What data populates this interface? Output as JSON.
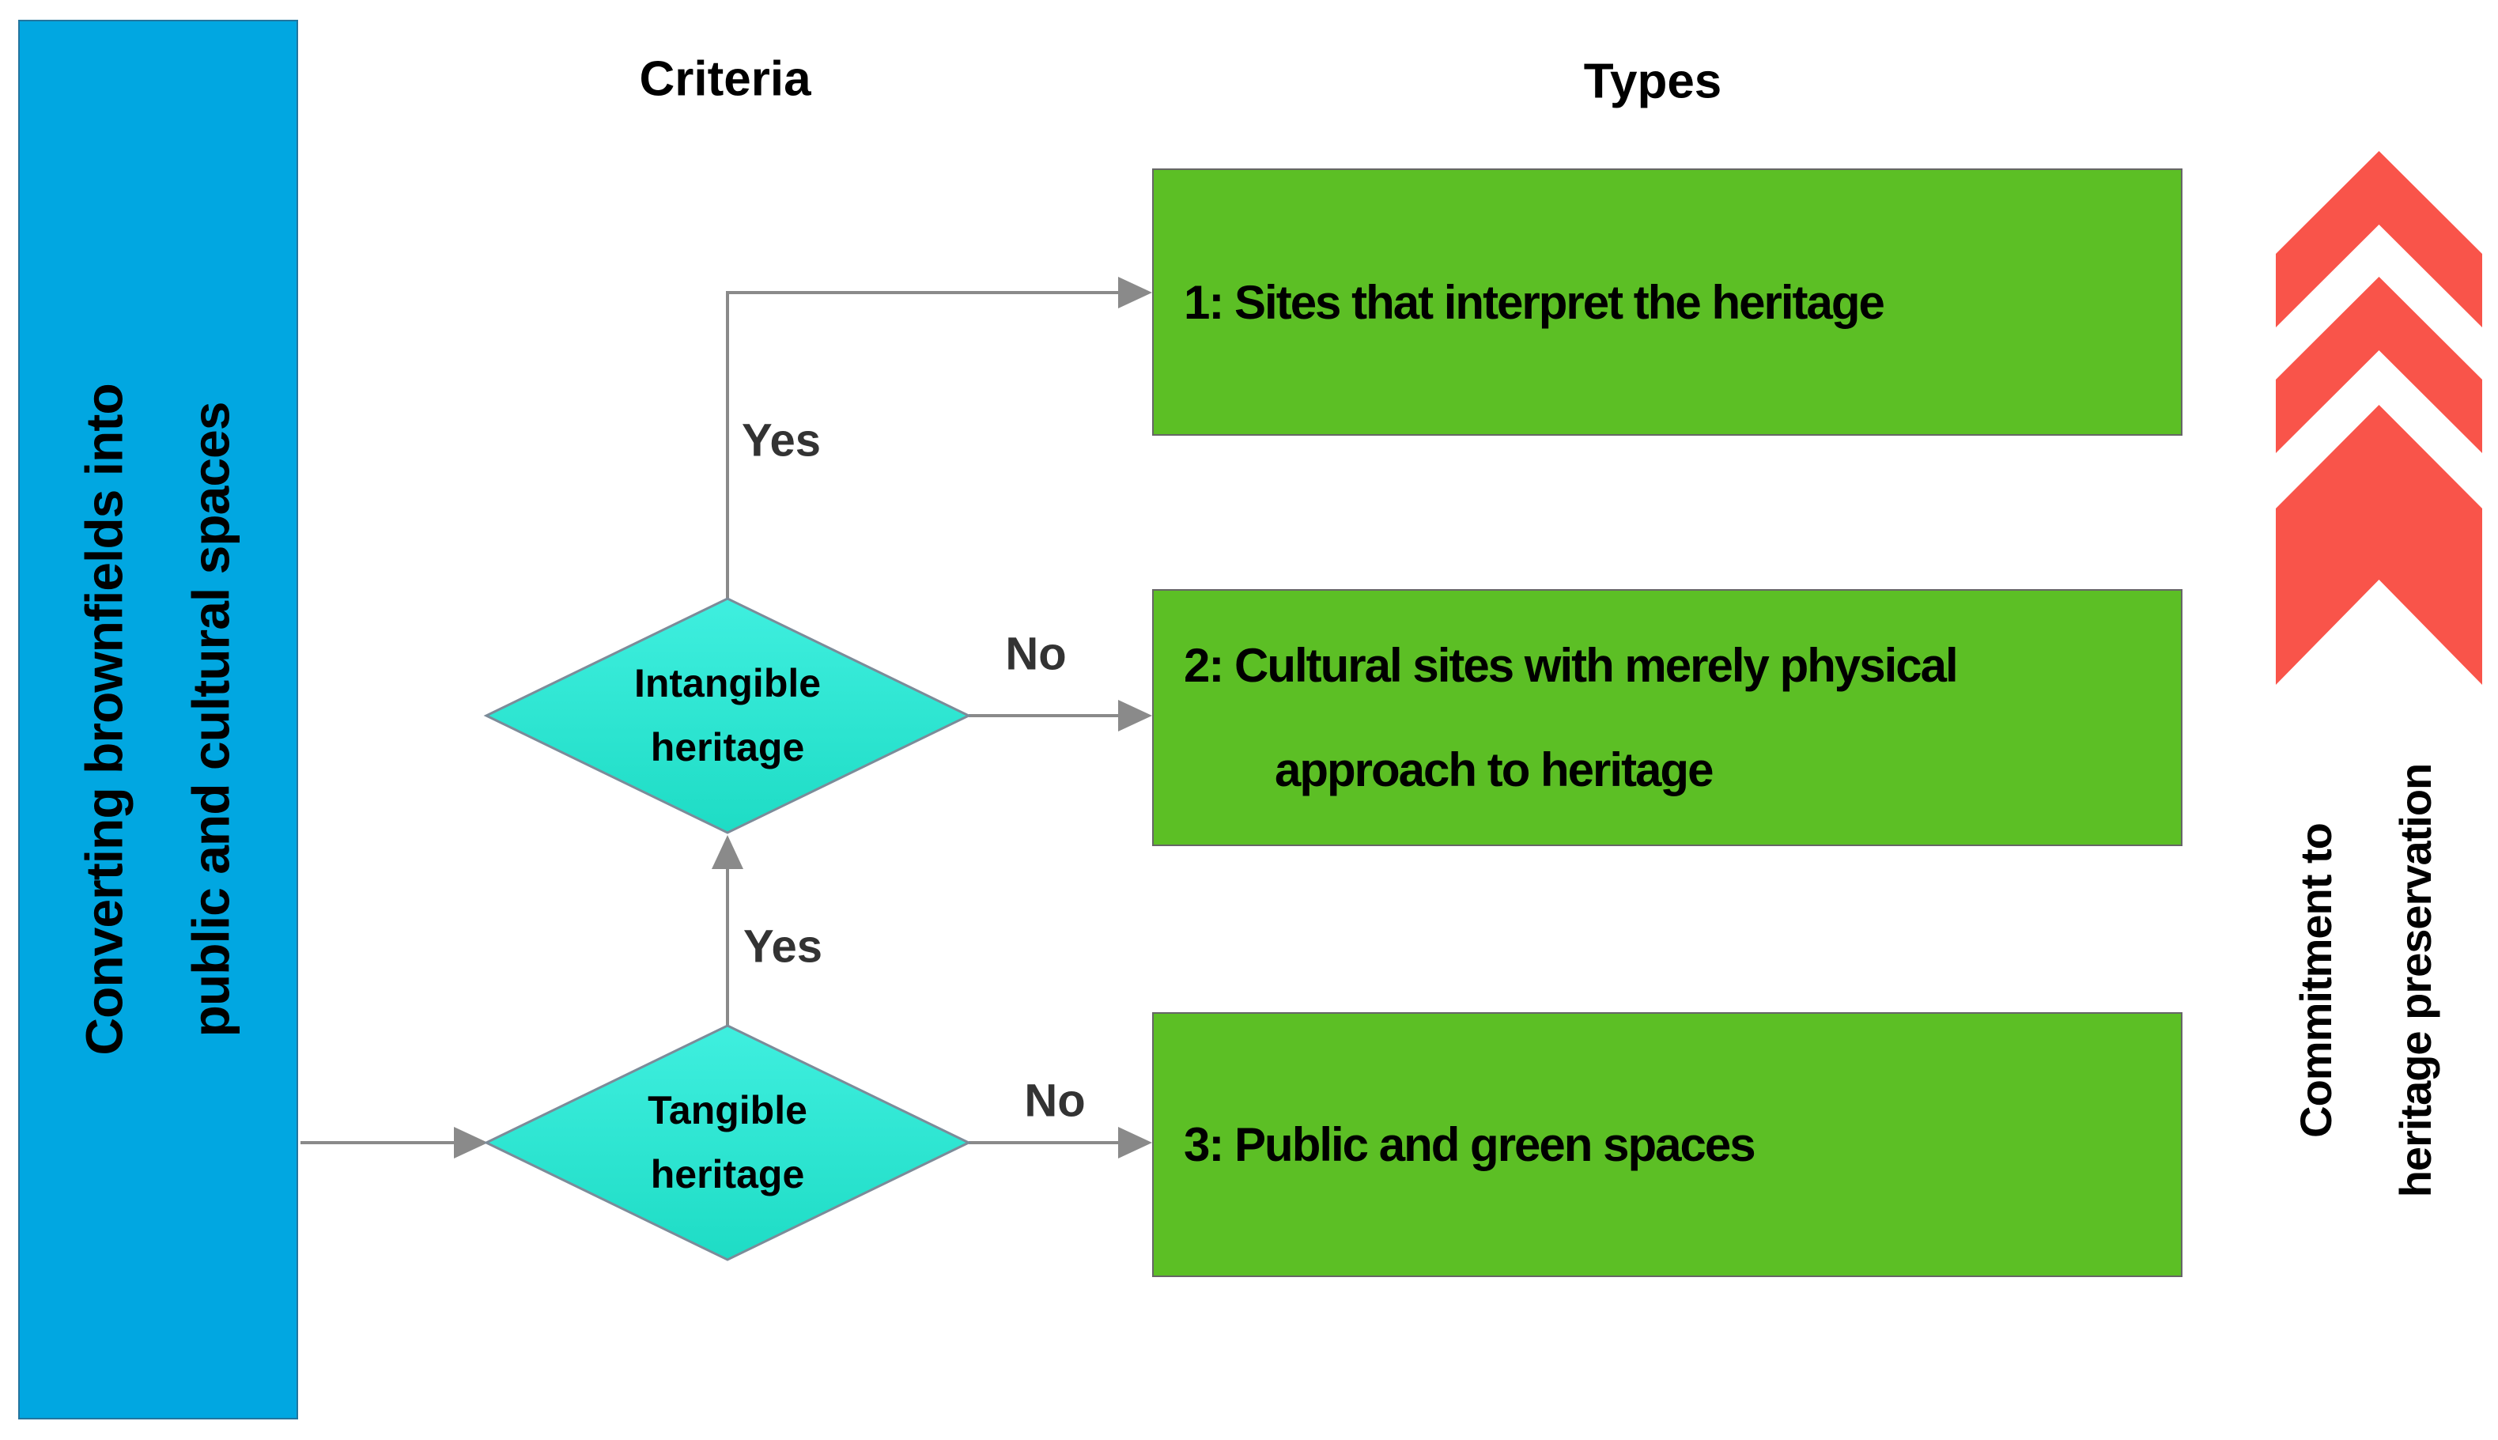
{
  "headers": {
    "criteria": "Criteria",
    "types": "Types"
  },
  "source_box": {
    "line1": "Converting brownfields into",
    "line2": "public and cultural spaces"
  },
  "decisions": [
    {
      "id": "intangible",
      "line1": "Intangible",
      "line2": "heritage",
      "yes_label": "Yes",
      "no_label": "No"
    },
    {
      "id": "tangible",
      "line1": "Tangible",
      "line2": "heritage",
      "yes_label": "Yes",
      "no_label": "No"
    }
  ],
  "type_boxes": [
    {
      "text": "1: Sites that interpret the heritage"
    },
    {
      "line1": "2: Cultural sites with merely physical",
      "line2": "approach to heritage"
    },
    {
      "text": "3: Public and green spaces"
    }
  ],
  "arrow_caption": {
    "line1": "Commitment to",
    "line2": "heritage preservation"
  },
  "icons": {
    "up_chevrons": "triple-up-chevron-arrow"
  },
  "colors": {
    "source_fill": "#01A7E1",
    "source_border": "#23759E",
    "type_fill": "#5CBF25",
    "type_border": "#666666",
    "diamond_top": "#3FEFDF",
    "diamond_bottom": "#1EDCC5",
    "diamond_border": "#7C8B99",
    "connector": "#8A8A8A",
    "chevron_red": "#F9544A",
    "edge_label": "#333333",
    "text": "#000000",
    "background": "#FFFFFF"
  }
}
